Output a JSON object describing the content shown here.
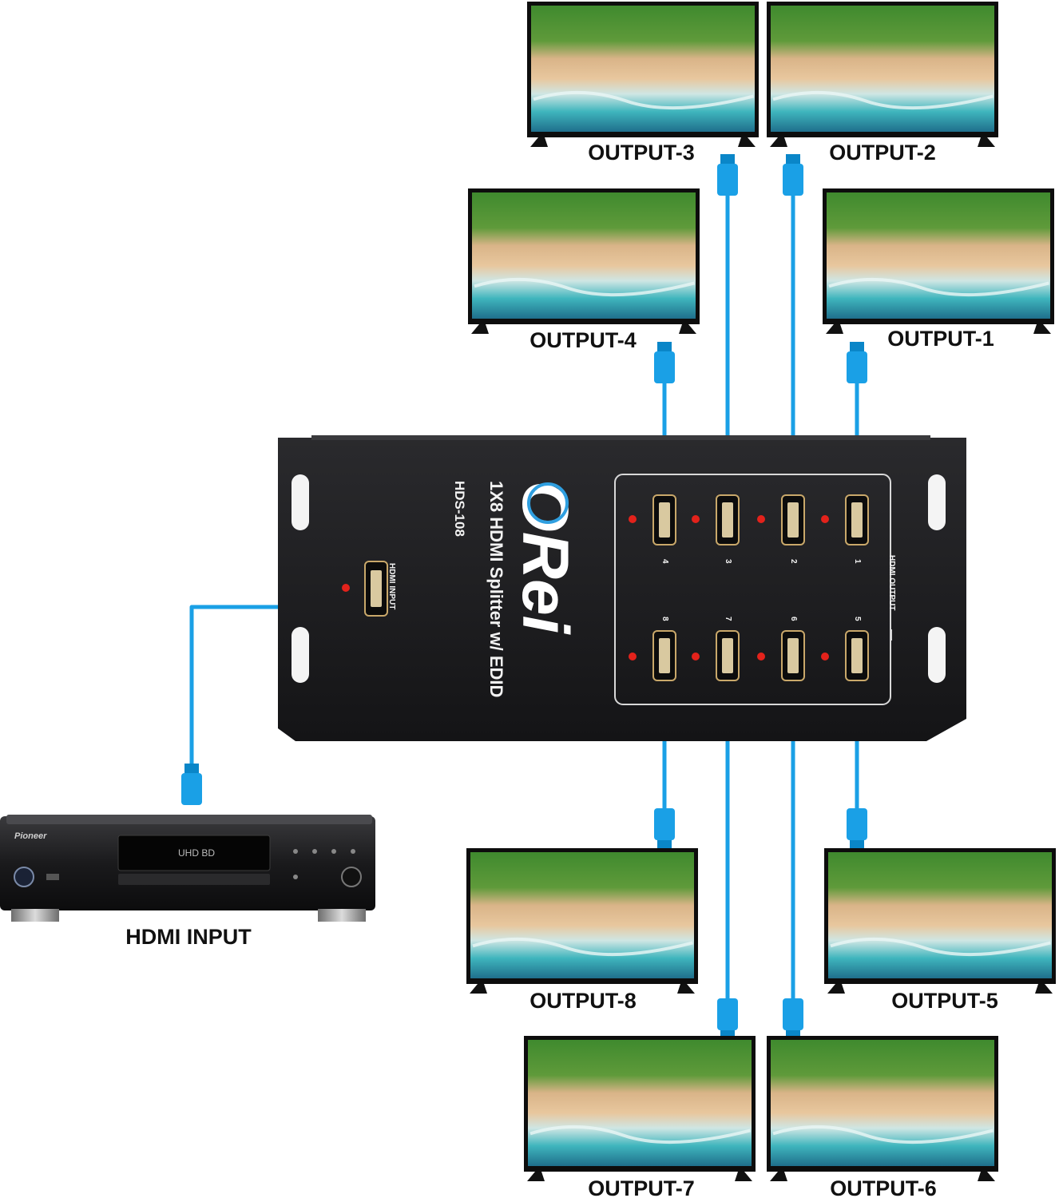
{
  "colors": {
    "cable": "#1aa0e6",
    "cable_dark": "#0a86c8",
    "device_body": "#1c1c1e",
    "led": "#e3221b",
    "label_text": "#111111",
    "tv_frame": "#0d0d0d"
  },
  "splitter": {
    "brand": "ORei",
    "title": "1X8 HDMI Splitter w/ EDID",
    "model": "HDS-108",
    "input_port_label": "HDMI INPUT",
    "output_group_label": "HDMI OUTPUT",
    "port_numbers": [
      "4",
      "3",
      "2",
      "1",
      "8",
      "7",
      "6",
      "5"
    ]
  },
  "player": {
    "brand": "Pioneer",
    "display_text": "UHD BD",
    "caption": "HDMI INPUT"
  },
  "outputs": [
    {
      "id": "output-3",
      "label": "OUTPUT-3"
    },
    {
      "id": "output-2",
      "label": "OUTPUT-2"
    },
    {
      "id": "output-4",
      "label": "OUTPUT-4"
    },
    {
      "id": "output-1",
      "label": "OUTPUT-1"
    },
    {
      "id": "output-8",
      "label": "OUTPUT-8"
    },
    {
      "id": "output-5",
      "label": "OUTPUT-5"
    },
    {
      "id": "output-7",
      "label": "OUTPUT-7"
    },
    {
      "id": "output-6",
      "label": "OUTPUT-6"
    }
  ]
}
